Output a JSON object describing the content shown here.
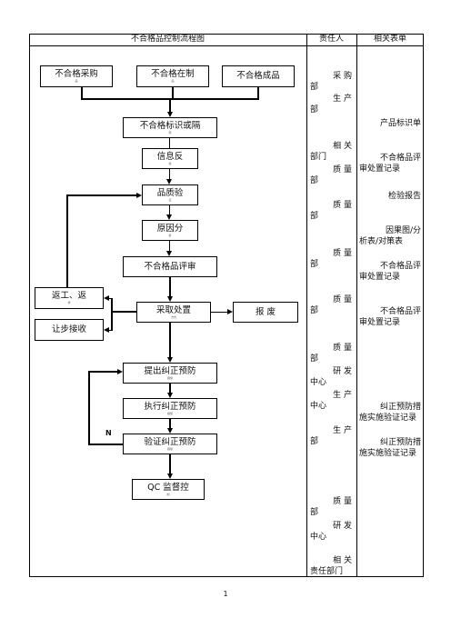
{
  "table": {
    "headers": [
      "不合格品控制流程图",
      "责任人",
      "相关表单"
    ]
  },
  "flow": {
    "purchase": {
      "label": "不合格采购",
      "sub": "品"
    },
    "wip": {
      "label": "不合格在制",
      "sub": "品"
    },
    "finished": {
      "label": "不合格成品"
    },
    "identify": {
      "label": "不合格标识或隔",
      "sub": "离"
    },
    "feedback": {
      "label": "信息反",
      "sub": "馈"
    },
    "inspect": {
      "label": "品质验",
      "sub": "证"
    },
    "cause": {
      "label": "原因分",
      "sub": "析"
    },
    "review": {
      "label": "不合格品评审"
    },
    "rework": {
      "label": "返工、返",
      "sub": "修"
    },
    "concession": {
      "label": "让步接收"
    },
    "disposal": {
      "label": "采取处置",
      "sub": "方式"
    },
    "scrap": {
      "label": "报    废"
    },
    "propose": {
      "label": "提出纠正预防",
      "sub": "措施"
    },
    "execute": {
      "label": "执行纠正预防",
      "sub": "措施"
    },
    "verify": {
      "label": "验证纠正预防",
      "sub": "措施"
    },
    "qc": {
      "label": "QC 监督控",
      "sub": "制"
    },
    "n_label": "N"
  },
  "responsible": [
    {
      "lines": [
        "采 购",
        "部"
      ]
    },
    {
      "lines": [
        "生 产",
        "部"
      ]
    },
    {
      "lines": [
        "相 关",
        "部门"
      ]
    },
    {
      "lines": [
        "质 量",
        "部"
      ]
    },
    {
      "lines": [
        "质 量",
        "部"
      ]
    },
    {
      "lines": [
        "质 量",
        "部"
      ]
    },
    {
      "lines": [
        "质 量",
        "部"
      ]
    },
    {
      "lines": [
        "质 量",
        "部"
      ]
    },
    {
      "lines": [
        "研 发",
        "中心"
      ]
    },
    {
      "lines": [
        "生 产",
        "中心"
      ]
    },
    {
      "lines": [
        "生 产",
        "部"
      ]
    },
    {
      "lines": [
        "质 量",
        "部"
      ]
    },
    {
      "lines": [
        "研 发",
        "中心"
      ]
    },
    {
      "lines": [
        "相 关",
        "责任部门"
      ]
    }
  ],
  "forms": [
    {
      "lines": [
        "产品标识单"
      ]
    },
    {
      "lines": [
        "不合格品评",
        "审处置记录"
      ]
    },
    {
      "lines": [
        "检验报告"
      ]
    },
    {
      "lines": [
        "因果图/分",
        "析表/对策表"
      ]
    },
    {
      "lines": [
        "不合格品评",
        "审处置记录"
      ]
    },
    {
      "lines": [
        "不合格品评",
        "审处置记录"
      ]
    },
    {
      "lines": [
        "纠正预防措",
        "施实施验证记录"
      ]
    },
    {
      "lines": [
        "纠正预防措",
        "施实施验证记录"
      ]
    }
  ],
  "page_number": "1"
}
